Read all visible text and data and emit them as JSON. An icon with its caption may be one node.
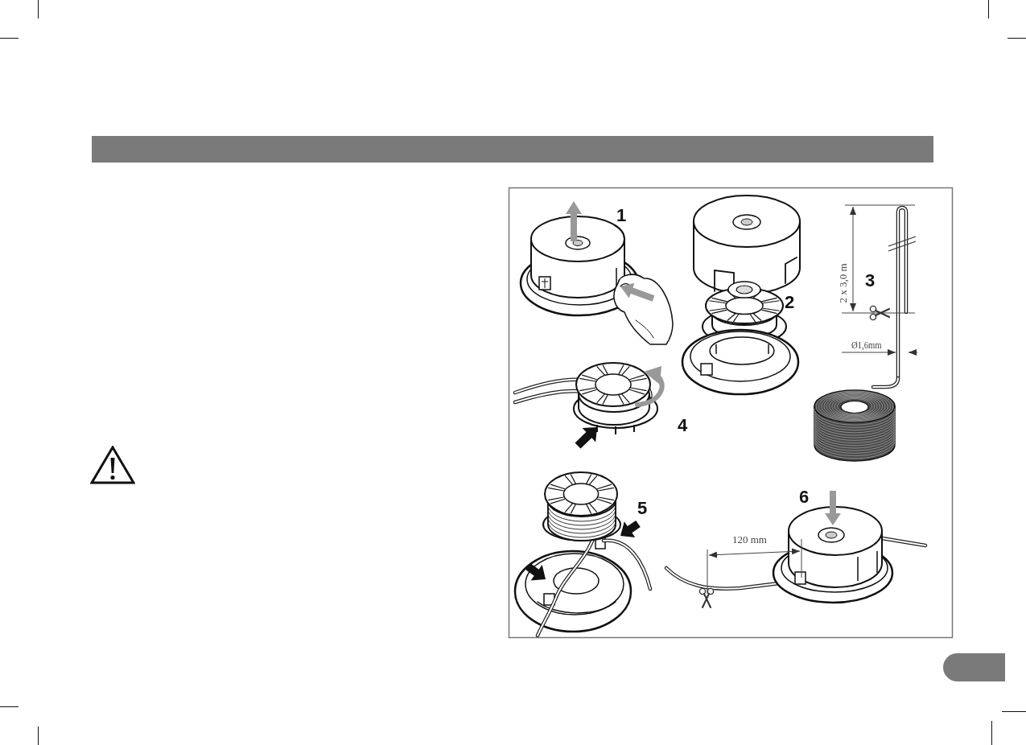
{
  "diagram": {
    "labels": [
      "1",
      "2",
      "2 x 3,0 m",
      "3",
      "Ø1,6mm",
      "4",
      "5",
      "6",
      "120 mm"
    ]
  }
}
